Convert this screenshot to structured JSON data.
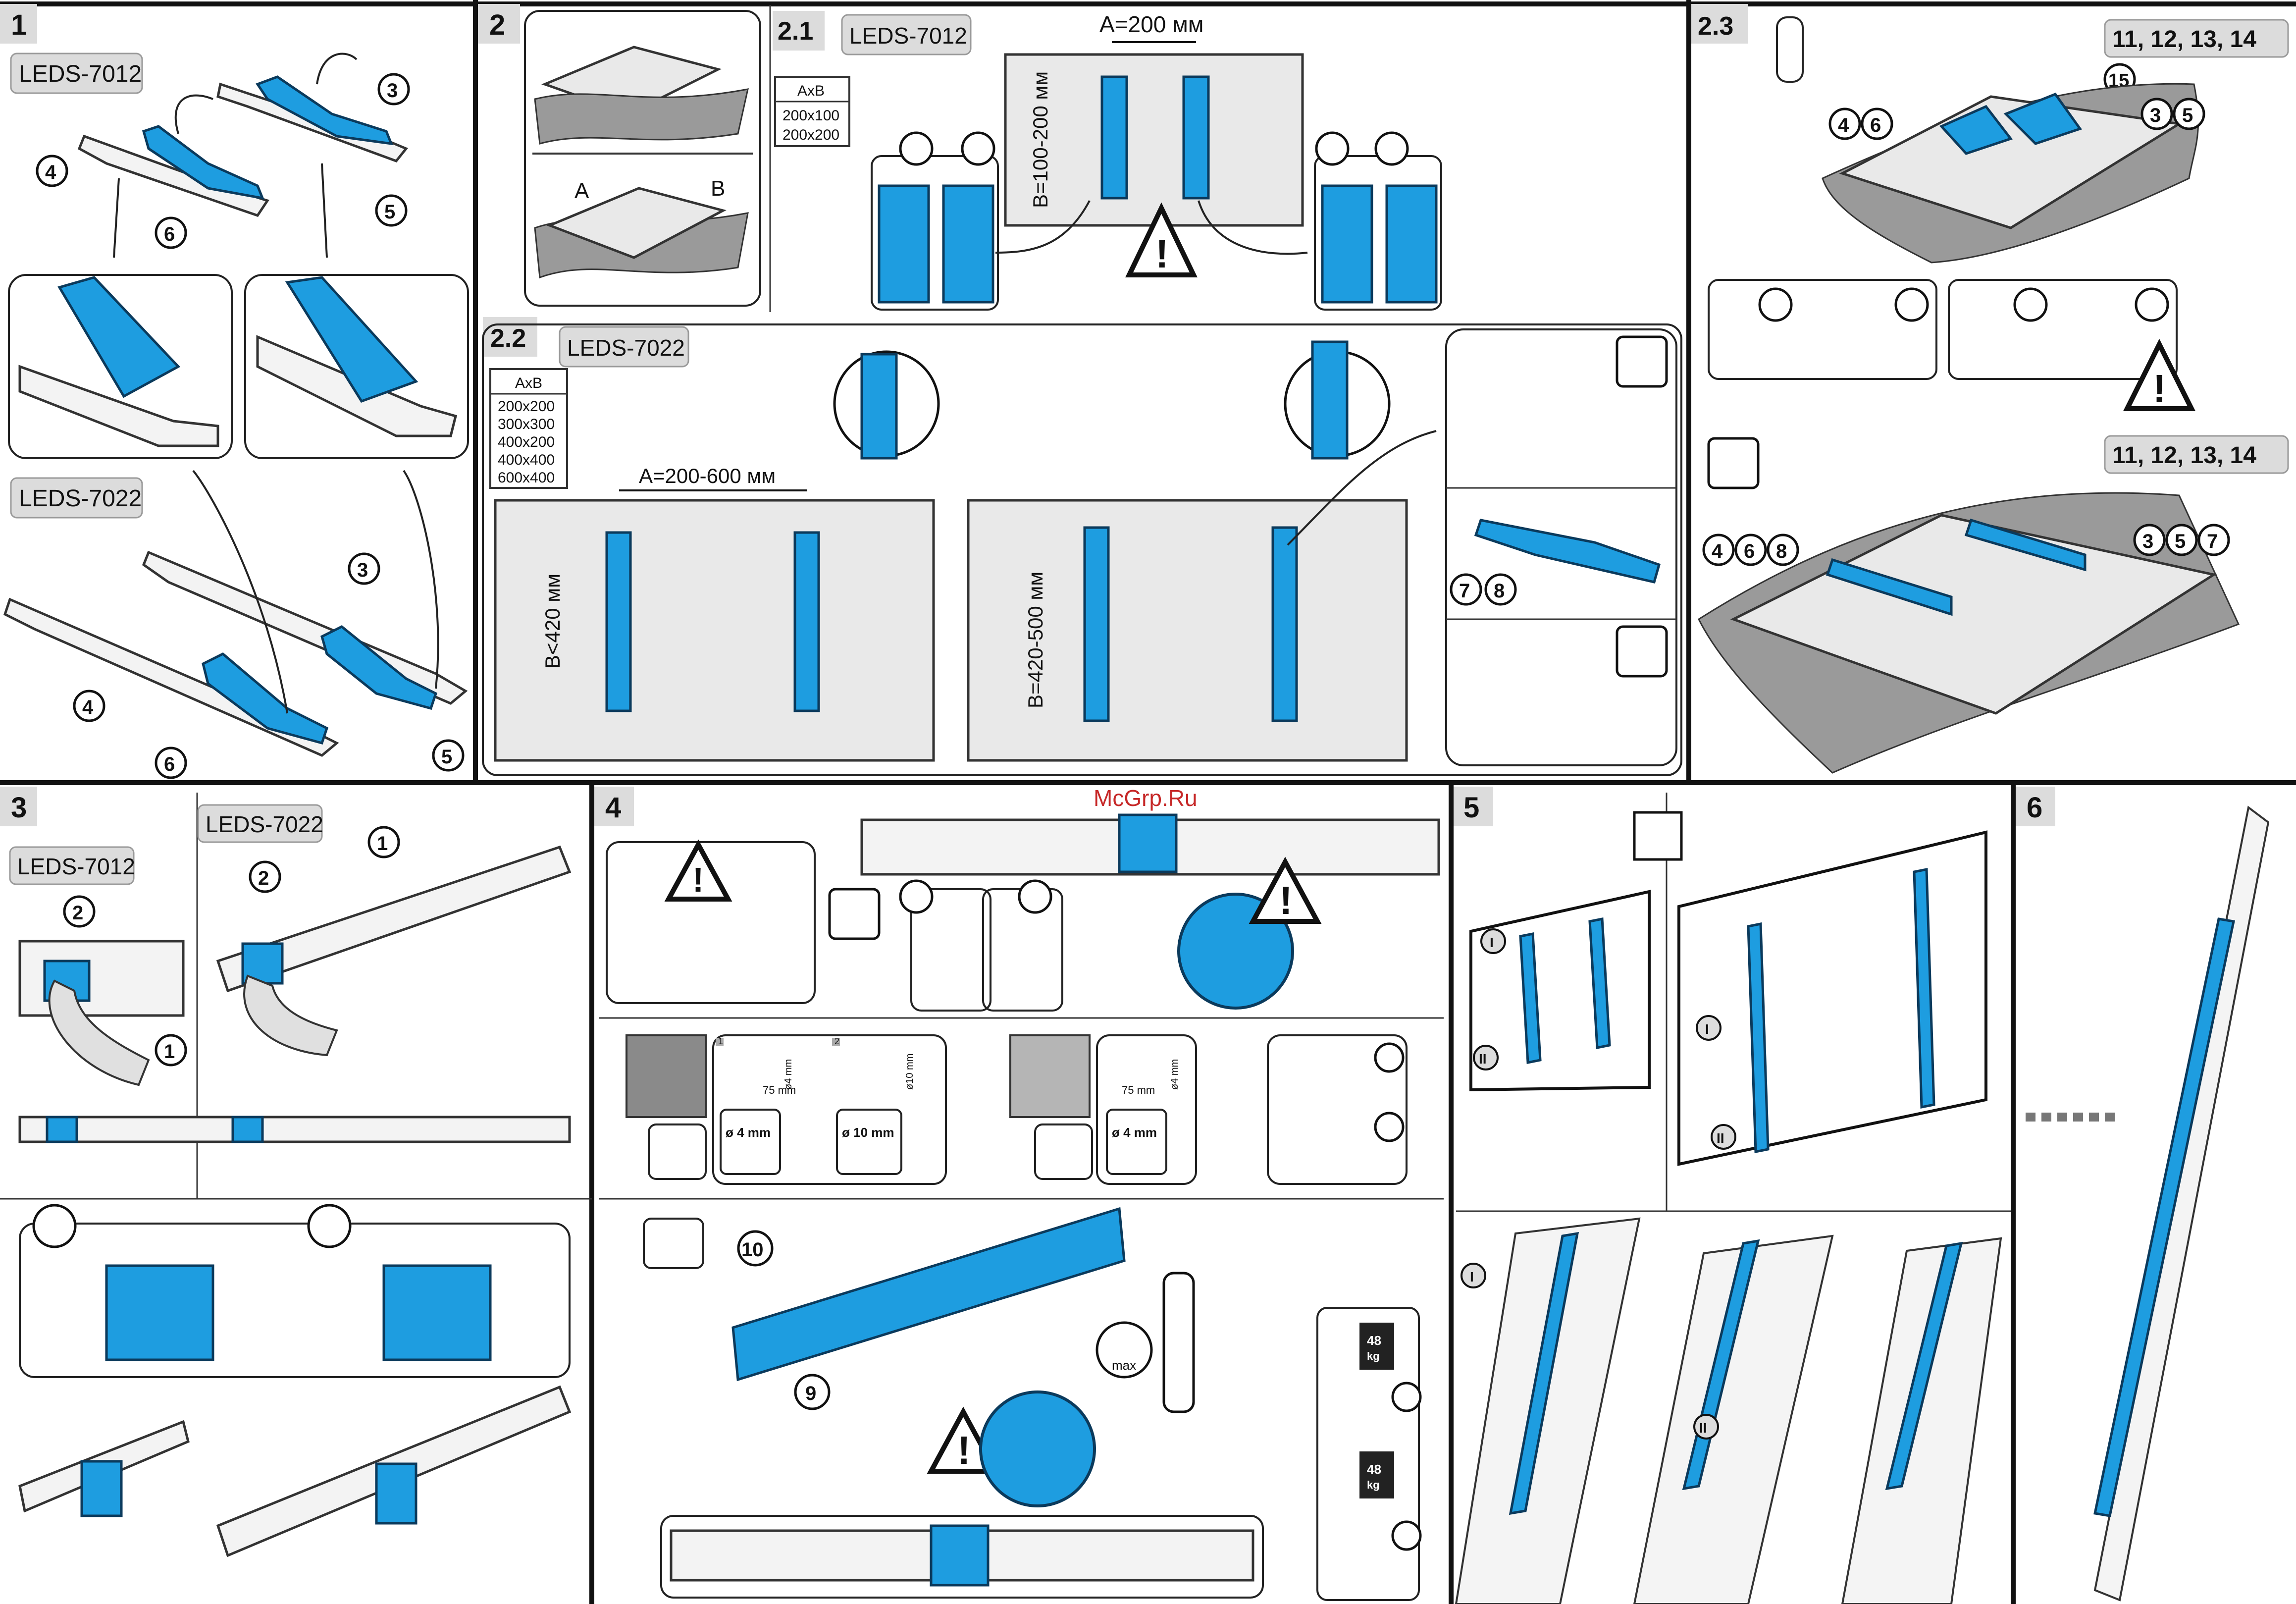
{
  "watermark": "McGrp.Ru",
  "colors": {
    "accent_blue": "#1e9de0",
    "outline": "#111111",
    "panel_gray": "#e9e9e9",
    "watermark_red": "#c62828"
  },
  "steps": {
    "s1": "1",
    "s2": "2",
    "s21": "2.1",
    "s22": "2.2",
    "s23": "2.3",
    "s3": "3",
    "s4": "4",
    "s5": "5",
    "s6": "6"
  },
  "models": {
    "m7012": "LEDS-7012",
    "m7022": "LEDS-7022"
  },
  "part_numbers": [
    "1",
    "2",
    "3",
    "4",
    "5",
    "6",
    "7",
    "8",
    "9",
    "10",
    "15"
  ],
  "part_group_screws": "11, 12, 13, 14",
  "step2": {
    "label_a": "A",
    "label_b": "B"
  },
  "step21": {
    "table_header": "AxB",
    "rows": [
      "200x100",
      "200x200"
    ],
    "dim_a": "A=200 мм",
    "dim_b": "B=100-200 мм"
  },
  "step22": {
    "table_header": "AxB",
    "rows": [
      "200x200",
      "300x300",
      "400x200",
      "400x400",
      "600x400"
    ],
    "dim_a": "A=200-600 мм",
    "dim_b1": "B<420 мм",
    "dim_b2": "B=420-500 мм"
  },
  "step4": {
    "drill1": "ø 4 mm",
    "drill2": "ø 10 mm",
    "drill3": "ø 4 mm",
    "depth1": "75 mm",
    "depth2": "75 mm",
    "dia1": "ø4 mm",
    "dia2": "ø10 mm",
    "dia3": "ø4 mm",
    "step_1": "1",
    "step_2": "2",
    "weight": "48",
    "weight_unit": "kg",
    "max": "max"
  },
  "step5": {
    "roman1": "I",
    "roman2": "II"
  },
  "icons": [
    "warning-icon",
    "happy-face-icon",
    "sad-face-icon",
    "screwdriver-icon",
    "wrench-icon",
    "two-persons-icon",
    "hammer-icon",
    "drill-icon",
    "wrench-ratchet-icon",
    "weight-icon"
  ]
}
